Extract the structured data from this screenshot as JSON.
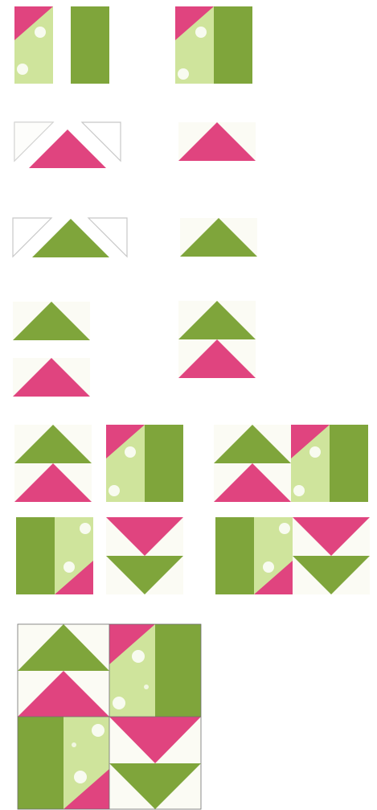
{
  "diagram": {
    "type": "quilt-block-assembly",
    "colors": {
      "pink": "#e0447f",
      "light_green": "#cfe49c",
      "green": "#7fa53b",
      "cream": "#fbfbf4",
      "outline": "#c8c8c8"
    },
    "steps": [
      {
        "name": "step-1-strip-unit",
        "result": "pieced-rectangle"
      },
      {
        "name": "step-2-pink-flying-geese",
        "result": "pink-flying-geese"
      },
      {
        "name": "step-3-green-flying-geese",
        "result": "green-flying-geese"
      },
      {
        "name": "step-4-geese-pair",
        "result": "stacked-geese"
      },
      {
        "name": "step-5-top-row",
        "result": "top-row"
      },
      {
        "name": "step-6-bottom-row",
        "result": "bottom-row"
      },
      {
        "name": "step-7-finished-block",
        "result": "finished-block"
      }
    ]
  }
}
